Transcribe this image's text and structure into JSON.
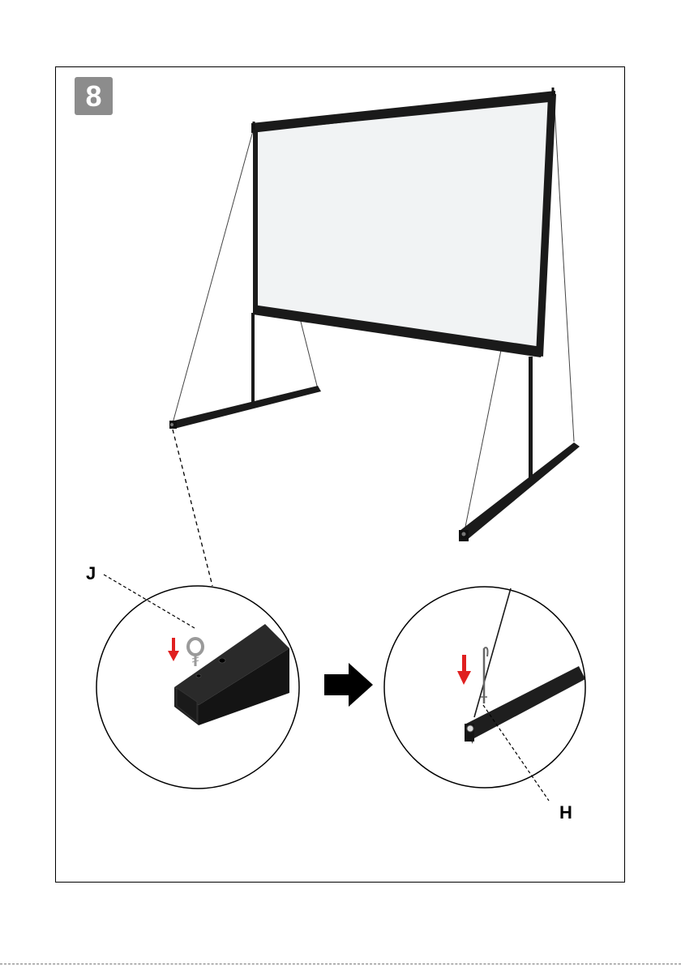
{
  "step": {
    "number": "8"
  },
  "callouts": {
    "j": "J",
    "h": "H"
  },
  "colors": {
    "badge": "#8c8c8c",
    "frame": "#1a1a1a",
    "screen": "#f1f3f4",
    "arrow_red": "#e02020",
    "arrow_black": "#000000"
  },
  "icons": [
    "eye-bolt-icon",
    "ground-stake-icon",
    "down-arrow-icon",
    "right-arrow-icon"
  ]
}
